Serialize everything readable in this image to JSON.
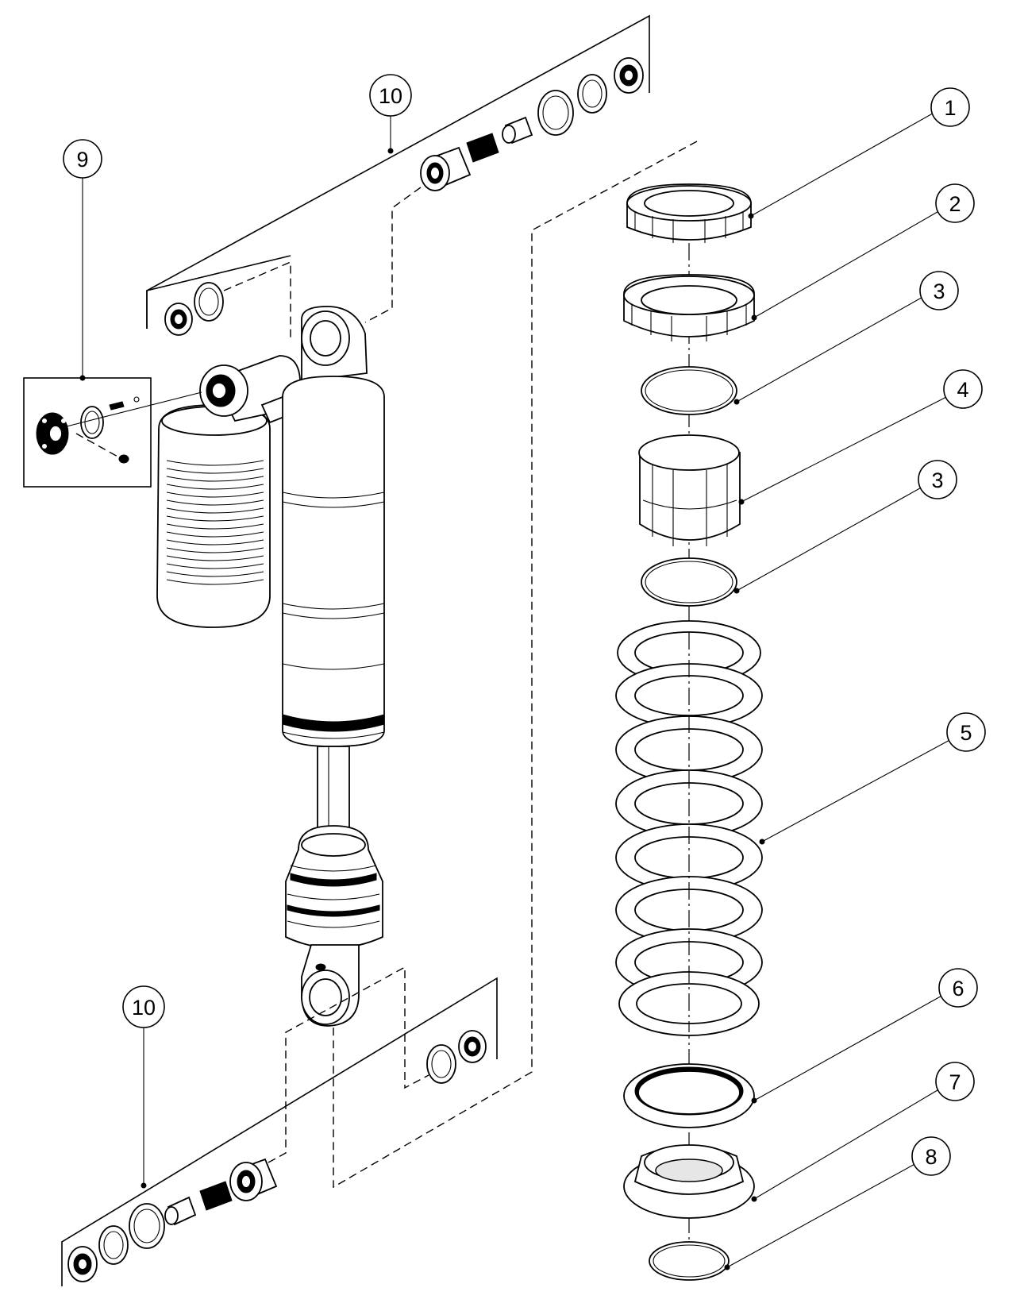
{
  "callouts": [
    {
      "id": "c1",
      "label": "1"
    },
    {
      "id": "c2",
      "label": "2"
    },
    {
      "id": "c3a",
      "label": "3"
    },
    {
      "id": "c4",
      "label": "4"
    },
    {
      "id": "c3b",
      "label": "3"
    },
    {
      "id": "c5",
      "label": "5"
    },
    {
      "id": "c6",
      "label": "6"
    },
    {
      "id": "c7",
      "label": "7"
    },
    {
      "id": "c8",
      "label": "8"
    },
    {
      "id": "c9",
      "label": "9"
    },
    {
      "id": "c10a",
      "label": "10"
    },
    {
      "id": "c10b",
      "label": "10"
    }
  ]
}
